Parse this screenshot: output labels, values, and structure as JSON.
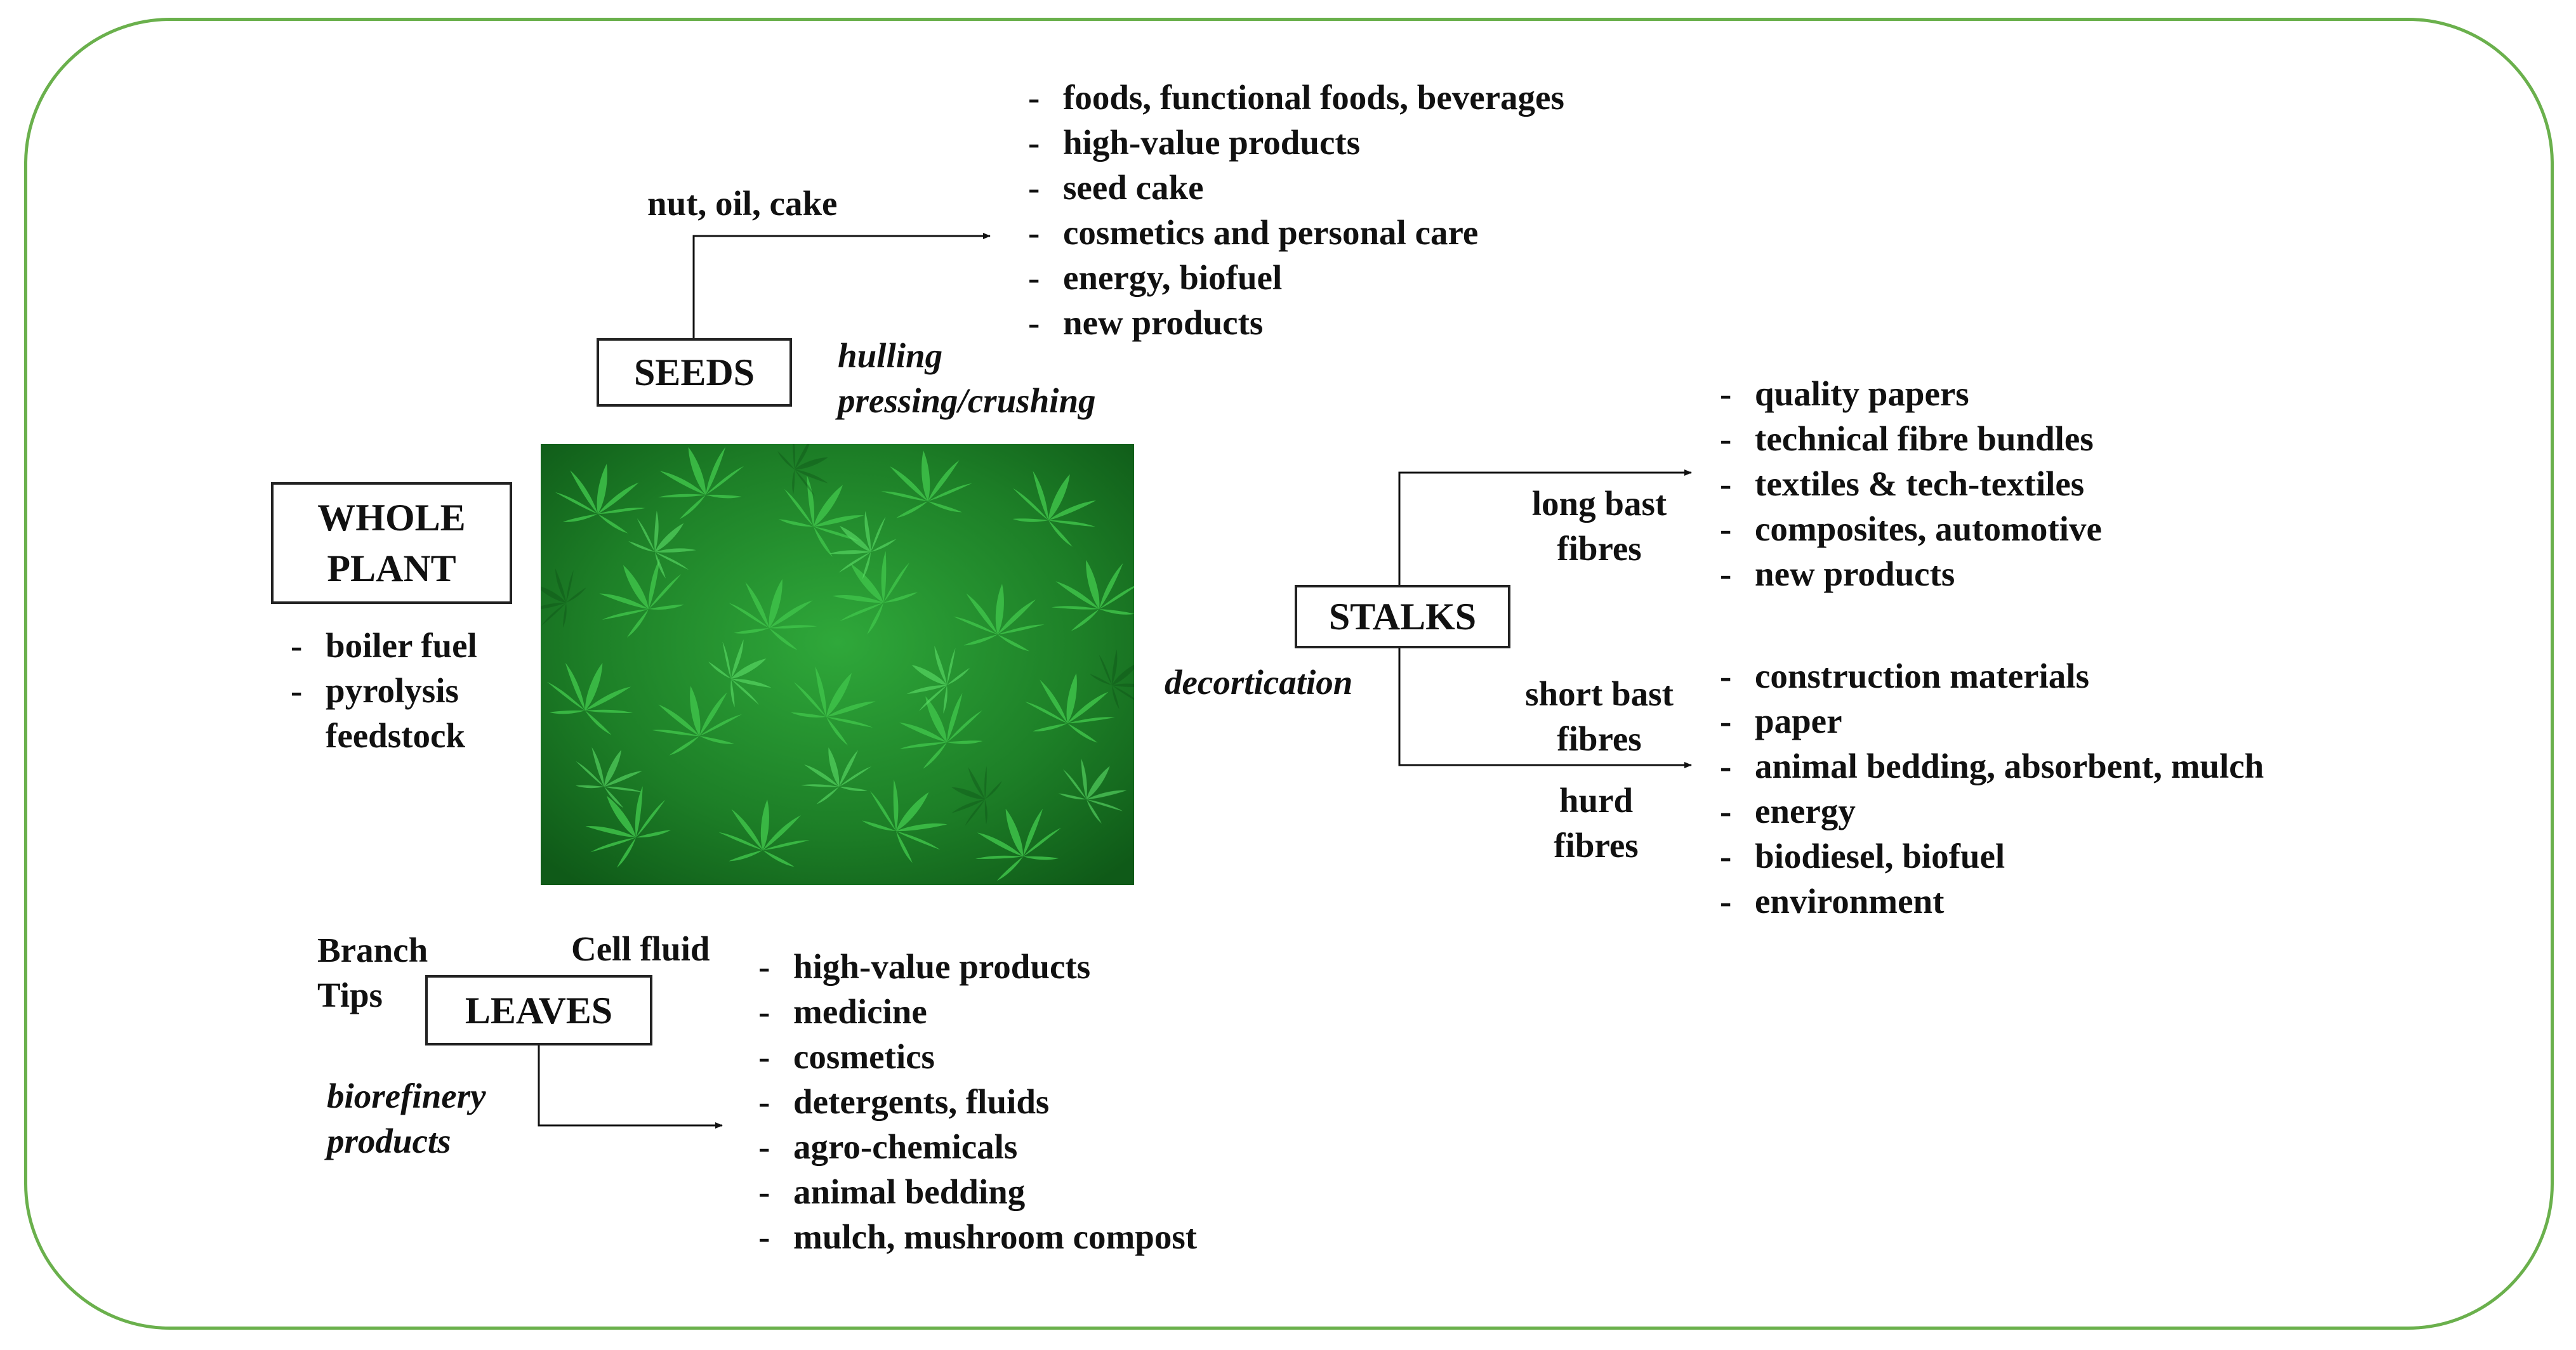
{
  "seeds": {
    "label": "SEEDS",
    "branch_label": "nut, oil, cake",
    "process": [
      "hulling",
      "pressing/crushing"
    ],
    "products": [
      "foods, functional foods, beverages",
      "high-value products",
      "seed cake",
      "cosmetics and personal care",
      "energy, biofuel",
      "new products"
    ]
  },
  "whole_plant": {
    "label": [
      "WHOLE",
      "PLANT"
    ],
    "products": [
      {
        "text": "boiler fuel",
        "dash": true
      },
      {
        "text": "pyrolysis",
        "dash": true
      },
      {
        "text": "feedstock",
        "dash": false
      }
    ]
  },
  "stalks": {
    "label": "STALKS",
    "process": "decortication",
    "long_bast": [
      "long bast",
      "fibres"
    ],
    "short_bast": [
      "short bast",
      "fibres"
    ],
    "hurd": [
      "hurd",
      "fibres"
    ],
    "long_products": [
      "quality papers",
      "technical fibre bundles",
      "textiles & tech-textiles",
      "composites, automotive",
      "new products"
    ],
    "short_products": [
      "construction materials",
      "paper",
      "animal bedding, absorbent, mulch",
      "energy",
      "biodiesel, biofuel",
      "environment"
    ]
  },
  "leaves": {
    "label": "LEAVES",
    "branch_tips": [
      "Branch",
      "Tips"
    ],
    "cell_fluid": "Cell fluid",
    "process": [
      "biorefinery",
      "products"
    ],
    "products": [
      "high-value products",
      "medicine",
      "cosmetics",
      "detergents, fluids",
      "agro-chemicals",
      "animal bedding",
      "mulch, mushroom compost"
    ]
  },
  "colors": {
    "frame": "#6ab04c",
    "photo_base": "#1f8a2a"
  },
  "icons": {
    "plant_photo": "hemp-field-photo"
  }
}
